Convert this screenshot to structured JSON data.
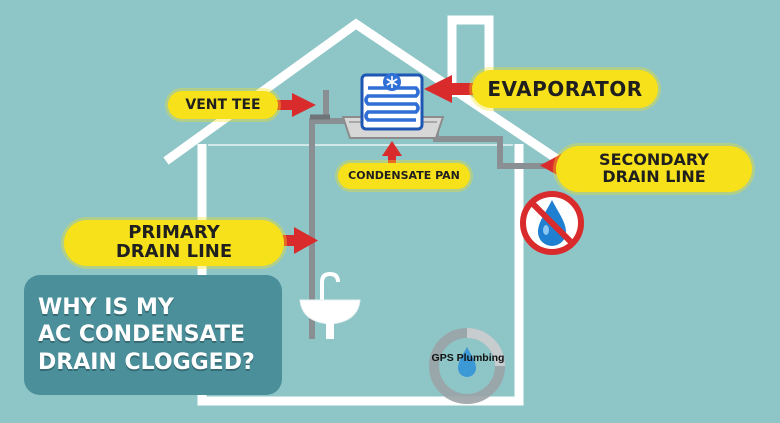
{
  "labels": {
    "vent_tee": "VENT TEE",
    "evaporator": "EVAPORATOR",
    "condensate_pan": "CONDENSATE PAN",
    "secondary_drain": [
      "SECONDARY",
      "DRAIN LINE"
    ],
    "primary_drain": [
      "PRIMARY",
      "DRAIN LINE"
    ]
  },
  "title": [
    "WHY IS MY",
    "AC CONDENSATE",
    "DRAIN CLOGGED?"
  ],
  "brand": "GPS Plumbing",
  "colors": {
    "background": "#8ec5c7",
    "house_outline": "#ffffff",
    "label_fill": "#f7e11a",
    "arrow": "#d92b2b",
    "pipe": "#8a8f93",
    "title_box": "#4a8f9a",
    "evaporator_coil": "#2f6fd6"
  },
  "icons": {
    "evaporator": "snowflake-coil-icon",
    "no_water": "no-water-drop-icon",
    "sink": "sink-icon",
    "brand_logo": "gps-plumbing-logo-icon"
  }
}
